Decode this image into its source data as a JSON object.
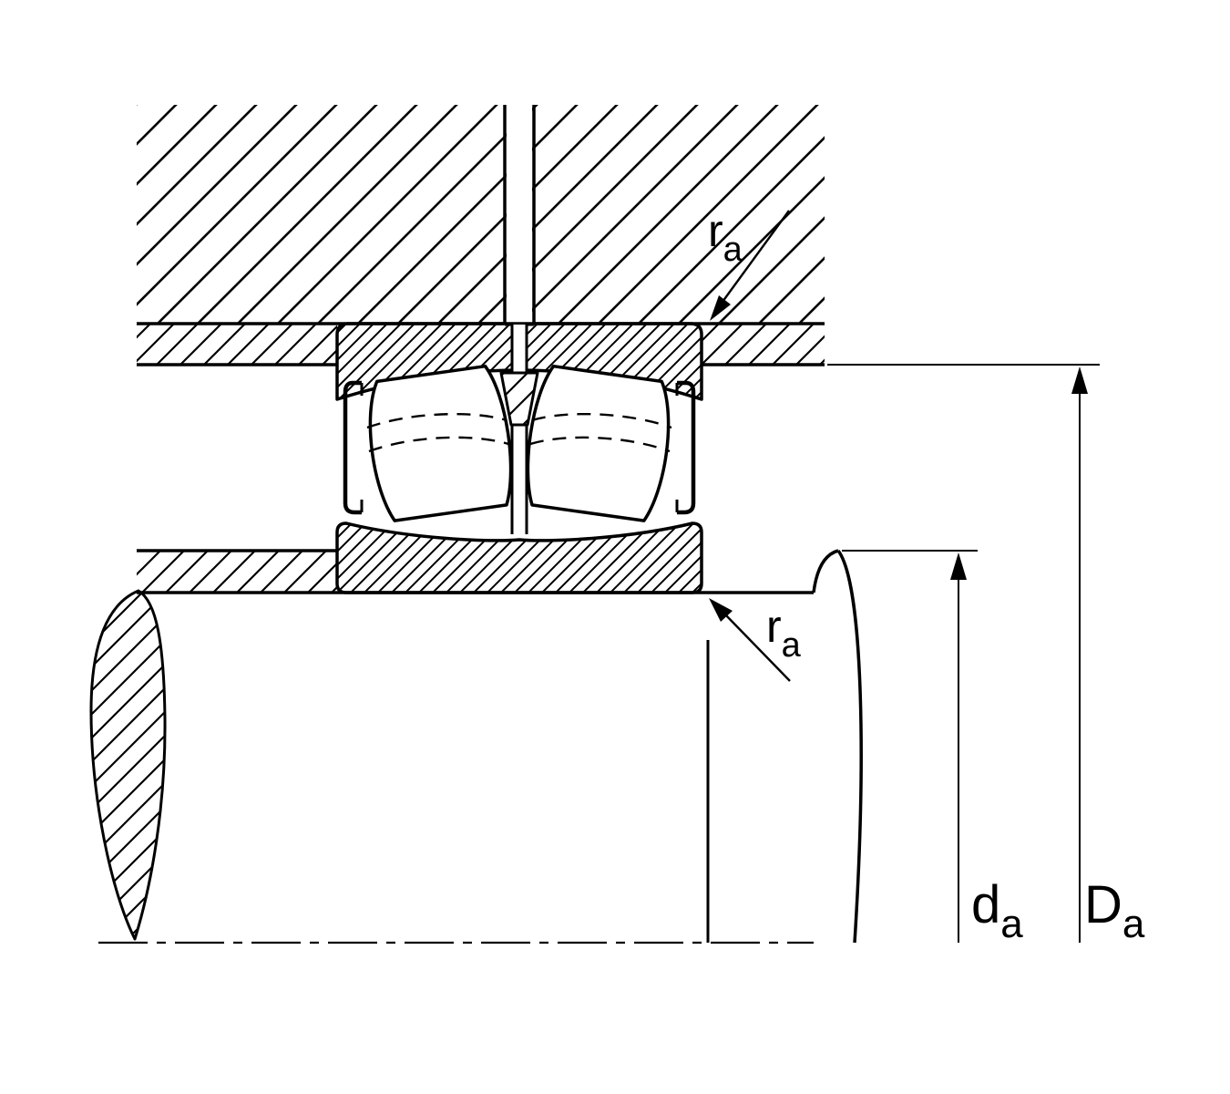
{
  "canvas": {
    "background": "#ffffff",
    "line_color": "#000000"
  },
  "diagram": {
    "labels": {
      "ra_top": {
        "main": "r",
        "sub": "a"
      },
      "ra_bottom": {
        "main": "r",
        "sub": "a"
      },
      "da": {
        "main": "d",
        "sub": "a"
      },
      "Da": {
        "main": "D",
        "sub": "a"
      }
    }
  }
}
